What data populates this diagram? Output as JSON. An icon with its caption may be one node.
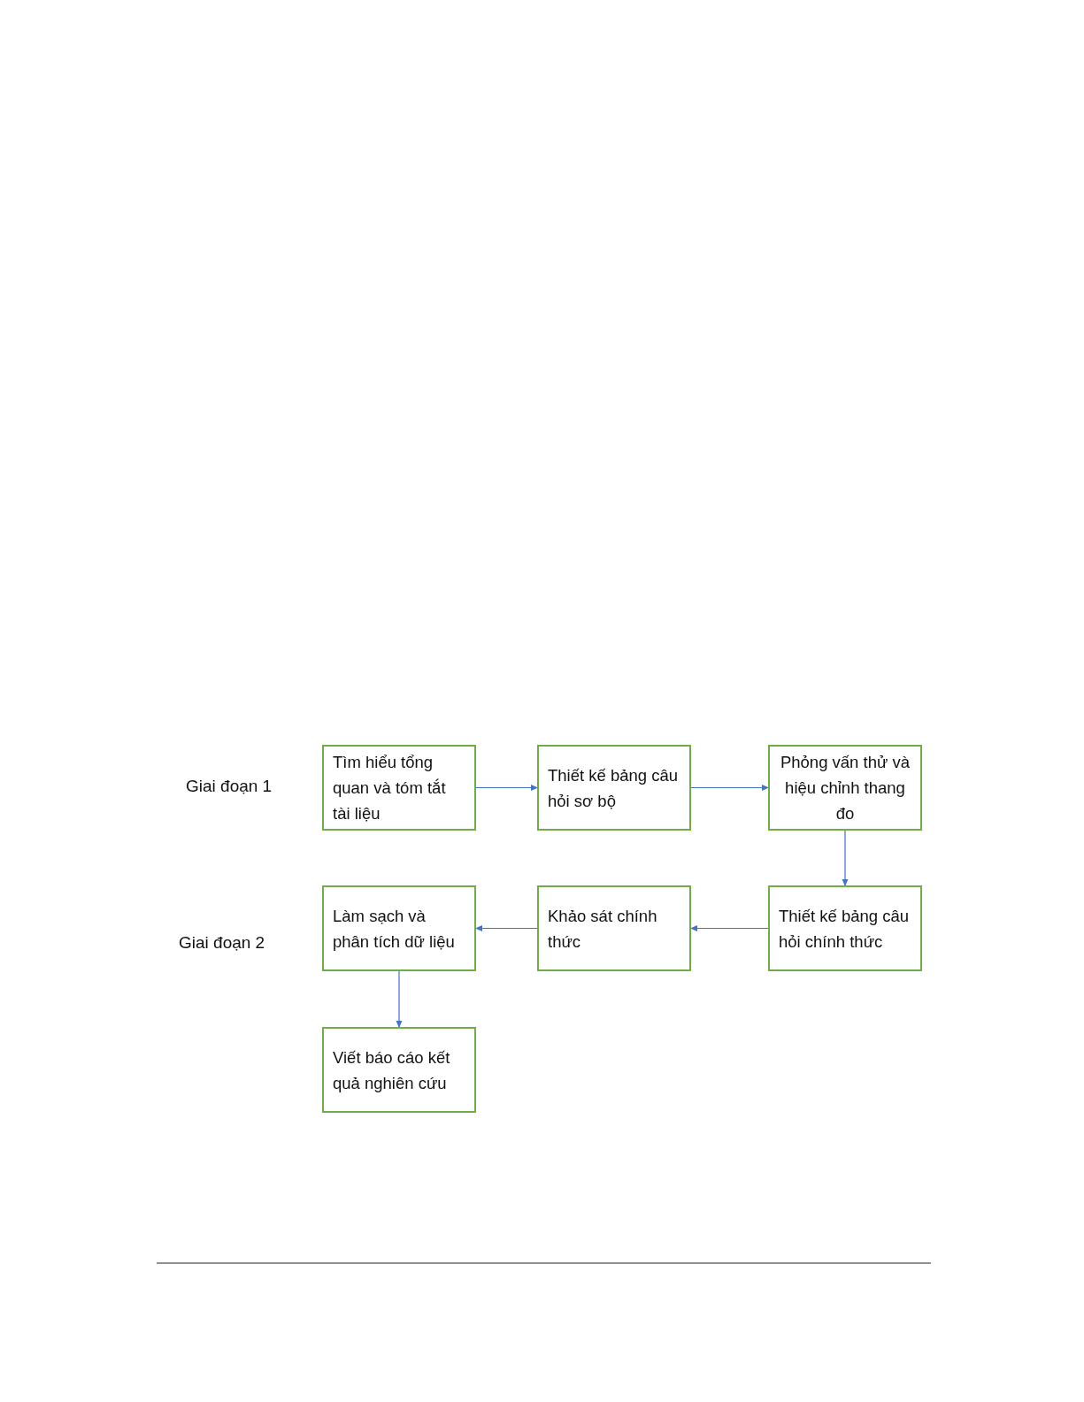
{
  "diagram": {
    "nodes": [
      {
        "text": [
          "Tìm hiểu tổng quan và tóm tắt tài liệu"
        ]
      },
      {
        "text": [
          "Thiết kế bảng câu hỏi sơ bộ"
        ]
      },
      {
        "text": [
          "Phỏng vấn thử và hiệu chỉnh thang đo"
        ]
      },
      {
        "text": [
          "Làm sạch và phân tích dữ liệu"
        ]
      },
      {
        "text": [
          "Khảo sát chính thức"
        ]
      },
      {
        "text": [
          "Thiết kế bảng câu hỏi chính thức"
        ]
      },
      {
        "text": [
          "Viết báo cáo kết quả nghiên cứu"
        ]
      }
    ],
    "edges": [
      {
        "from": 0,
        "to": 1,
        "arrow": "to"
      },
      {
        "from": 1,
        "to": 2,
        "arrow": "to"
      },
      {
        "from": 2,
        "to": 5,
        "arrow": "to"
      },
      {
        "from": 5,
        "to": 4,
        "arrow": "to"
      },
      {
        "from": 4,
        "to": 3,
        "arrow": "to"
      },
      {
        "from": 3,
        "to": 6,
        "arrow": "to"
      }
    ],
    "labels": [
      "Giai đoạn 1",
      "Giai đoạn 2"
    ]
  }
}
